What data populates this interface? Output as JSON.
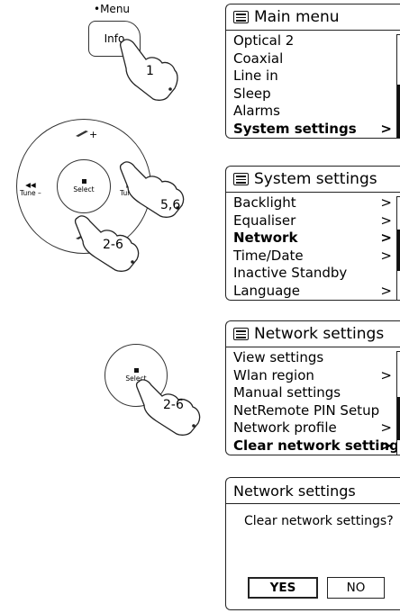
{
  "remote": {
    "menu_label": "•Menu",
    "info_label": "Info",
    "wheel": {
      "select_label": "Select",
      "tune_left": "Tune –",
      "tune_right": "Tune +",
      "preset_up": "+",
      "preset_down": "–",
      "prev_icon": "skip-back-icon",
      "next_icon": "skip-forward-icon"
    },
    "select_button_label": "Select",
    "steps": {
      "step1": "1",
      "step56": "5,6",
      "step26a": "2-6",
      "step26b": "2-6"
    }
  },
  "screens": {
    "main_menu": {
      "title": "Main menu",
      "items": [
        {
          "label": "Optical 2",
          "arrow": "",
          "selected": false
        },
        {
          "label": "Coaxial",
          "arrow": "",
          "selected": false
        },
        {
          "label": "Line in",
          "arrow": "",
          "selected": false
        },
        {
          "label": "Sleep",
          "arrow": "",
          "selected": false
        },
        {
          "label": "Alarms",
          "arrow": "",
          "selected": false
        },
        {
          "label": "System settings",
          "arrow": ">",
          "selected": true
        }
      ]
    },
    "system_settings": {
      "title": "System settings",
      "items": [
        {
          "label": "Backlight",
          "arrow": ">",
          "selected": false
        },
        {
          "label": "Equaliser",
          "arrow": ">",
          "selected": false
        },
        {
          "label": "Network",
          "arrow": ">",
          "selected": true
        },
        {
          "label": "Time/Date",
          "arrow": ">",
          "selected": false
        },
        {
          "label": "Inactive Standby",
          "arrow": "",
          "selected": false
        },
        {
          "label": "Language",
          "arrow": ">",
          "selected": false
        }
      ]
    },
    "network_settings": {
      "title": "Network settings",
      "items": [
        {
          "label": "View settings",
          "arrow": "",
          "selected": false
        },
        {
          "label": "Wlan region",
          "arrow": ">",
          "selected": false
        },
        {
          "label": "Manual settings",
          "arrow": "",
          "selected": false
        },
        {
          "label": "NetRemote PIN Setup",
          "arrow": "",
          "selected": false
        },
        {
          "label": "Network profile",
          "arrow": ">",
          "selected": false
        },
        {
          "label": "Clear network settings",
          "arrow": ">",
          "selected": true
        }
      ]
    },
    "confirm_dialog": {
      "title": "Network settings",
      "question": "Clear network settings?",
      "yes_label": "YES",
      "no_label": "NO"
    }
  }
}
